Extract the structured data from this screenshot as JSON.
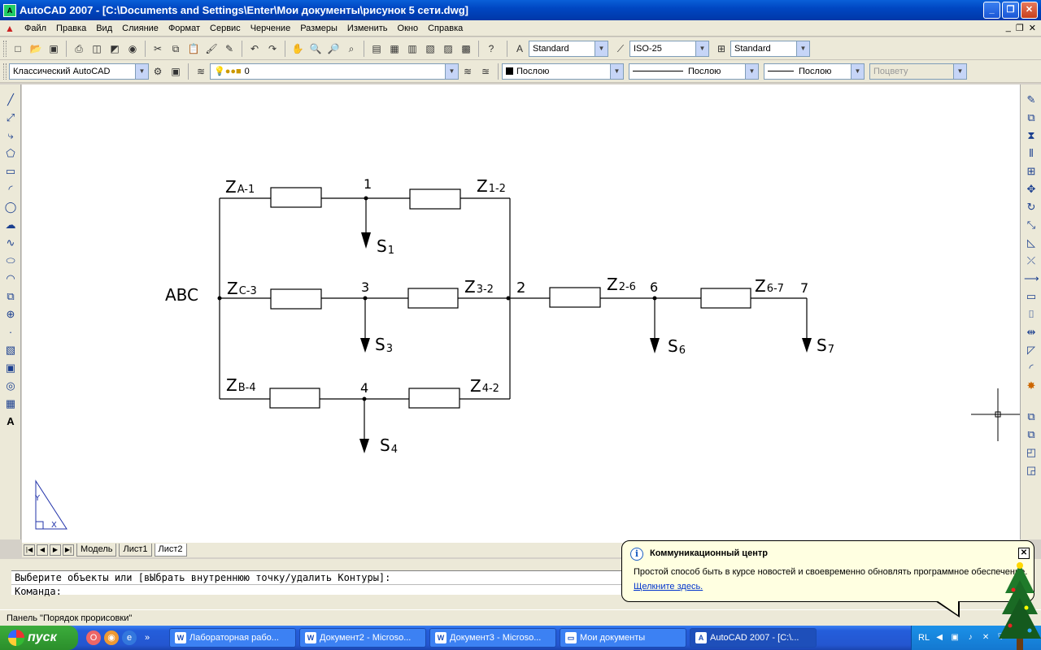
{
  "window": {
    "title": "AutoCAD 2007 - [C:\\Documents and Settings\\Enter\\Мои документы\\рисунок 5 сети.dwg]",
    "buttons": {
      "minimize": "_",
      "maximize": "❐",
      "close": "✕"
    }
  },
  "menu": {
    "items": [
      "Файл",
      "Правка",
      "Вид",
      "Слияние",
      "Формат",
      "Сервис",
      "Черчение",
      "Размеры",
      "Изменить",
      "Окно",
      "Справка"
    ],
    "mdi_buttons": [
      "_",
      "❐",
      "✕"
    ]
  },
  "toolbar1": {
    "text_style": "Standard",
    "dim_style": "ISO-25",
    "table_style": "Standard"
  },
  "toolbar2": {
    "workspace": "Классический AutoCAD",
    "layer": "0",
    "color": "Послою",
    "linetype": "Послою",
    "lineweight": "Послою",
    "plotstyle": "Поцвету"
  },
  "drawing": {
    "source_label": "ABC",
    "impedances": {
      "za1": "Z",
      "za1_sub": "A-1",
      "z12": "Z",
      "z12_sub": "1-2",
      "zc3": "Z",
      "zc3_sub": "C-3",
      "z32": "Z",
      "z32_sub": "3-2",
      "zb4": "Z",
      "zb4_sub": "B-4",
      "z42": "Z",
      "z42_sub": "4-2",
      "z26": "Z",
      "z26_sub": "2-6",
      "z67": "Z",
      "z67_sub": "6-7"
    },
    "nodes": {
      "n1": "1",
      "n2": "2",
      "n3": "3",
      "n4": "4",
      "n6": "6",
      "n7": "7"
    },
    "loads": {
      "s1": "S",
      "s1_sub": "1",
      "s3": "S",
      "s3_sub": "3",
      "s4": "S",
      "s4_sub": "4",
      "s6": "S",
      "s6_sub": "6",
      "s7": "S",
      "s7_sub": "7"
    },
    "ucs": {
      "y": "Y",
      "x": "X"
    }
  },
  "sheet_tabs": [
    "Модель",
    "Лист1",
    "Лист2"
  ],
  "command": {
    "line1": "Выберите объекты или [вЫбрать внутреннюю точку/удалить Контуры]:",
    "line2": "Команда:"
  },
  "status": "Панель \"Порядок прорисовки\"",
  "notification": {
    "title": "Коммуникационный центр",
    "text": "Простой способ быть в курсе новостей и своевременно обновлять программное обеспечение.",
    "link": "Щелкните здесь."
  },
  "taskbar": {
    "start": "пуск",
    "tasks": [
      "Лабораторная рабо...",
      "Документ2 - Microso...",
      "Документ3 - Microso...",
      "Мои документы",
      "AutoCAD 2007 - [C:\\..."
    ],
    "language": "RL"
  }
}
